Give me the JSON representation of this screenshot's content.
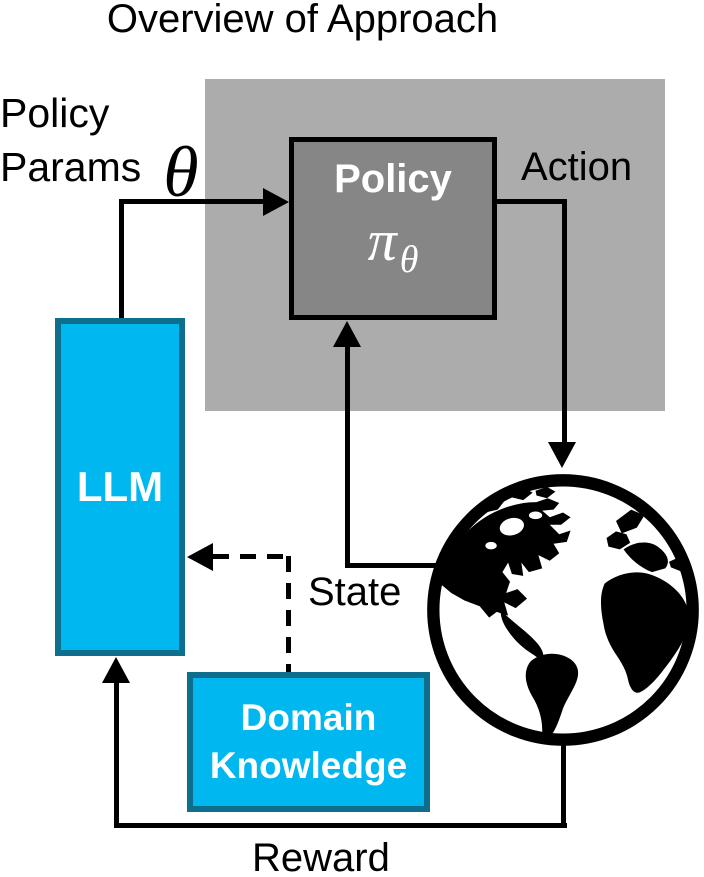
{
  "title": "Overview of Approach",
  "colors": {
    "panel_gray": "#ACACAC",
    "policy_fill": "#868686",
    "cyan_fill": "#00B7F0",
    "cyan_border": "#0E6E8E",
    "line": "#000000",
    "white": "#FFFFFF"
  },
  "diagram": {
    "policy_box": {
      "title": "Policy",
      "pi_symbol": "π",
      "theta_subscript": "θ"
    },
    "llm_box": {
      "label": "LLM"
    },
    "domain_knowledge_box": {
      "line1": "Domain",
      "line2": "Knowledge"
    },
    "labels": {
      "policy_params_line1": "Policy",
      "policy_params_line2": "Params",
      "theta_symbol": "θ",
      "action": "Action",
      "state": "State",
      "reward": "Reward"
    },
    "icons": {
      "globe": "earth-globe-environment"
    }
  }
}
